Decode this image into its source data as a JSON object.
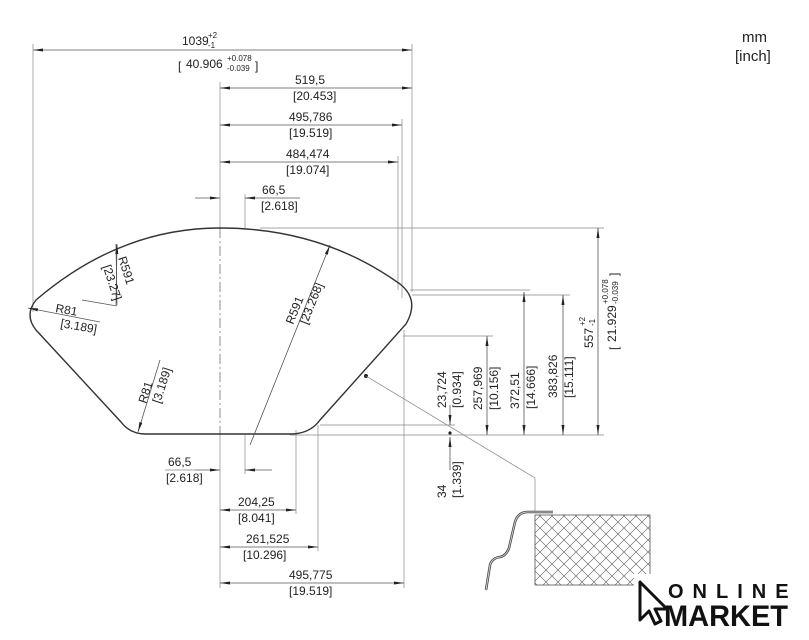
{
  "units": {
    "primary": "mm",
    "secondary": "[inch]"
  },
  "dimensions": {
    "overall_width": {
      "value": "1039",
      "tol_plus": "+2",
      "tol_minus": "-1",
      "inch": "40.906",
      "inch_tol_plus": "+0.078",
      "inch_tol_minus": "-0.039"
    },
    "half_width": {
      "value": "519,5",
      "inch": "[20.453]"
    },
    "width_495_786": {
      "value": "495,786",
      "inch": "[19.519]"
    },
    "width_484_474": {
      "value": "484,474",
      "inch": "[19.074]"
    },
    "offset_top": {
      "value": "66,5",
      "inch": "[2.618]"
    },
    "radius_left_top": {
      "value": "R591",
      "inch": "[23.27]"
    },
    "radius_right": {
      "value": "R591",
      "inch": "[23.268]"
    },
    "corner_left": {
      "value": "R81",
      "inch": "[3.189]"
    },
    "corner_bottom": {
      "value": "R81",
      "inch": "[3.189]"
    },
    "overall_depth": {
      "value": "557",
      "tol_plus": "+2",
      "tol_minus": "-1",
      "inch": "21.929",
      "inch_tol_plus": "+0.078",
      "inch_tol_minus": "-0.039"
    },
    "depth_383_826": {
      "value": "383,826",
      "inch": "[15.111]"
    },
    "depth_372_51": {
      "value": "372,51",
      "inch": "[14.666]"
    },
    "depth_257_969": {
      "value": "257,969",
      "inch": "[10.156]"
    },
    "depth_23_724": {
      "value": "23,724",
      "inch": "[0.934]"
    },
    "depth_34": {
      "value": "34",
      "inch": "[1.339]"
    },
    "offset_bottom": {
      "value": "66,5",
      "inch": "[2.618]"
    },
    "width_204_25": {
      "value": "204,25",
      "inch": "[8.041]"
    },
    "width_261_525": {
      "value": "261,525",
      "inch": "[10.296]"
    },
    "width_495_775": {
      "value": "495,775",
      "inch": "[19.519]"
    }
  },
  "logo": {
    "line1": "ONLINE",
    "line2": "MARKET"
  }
}
